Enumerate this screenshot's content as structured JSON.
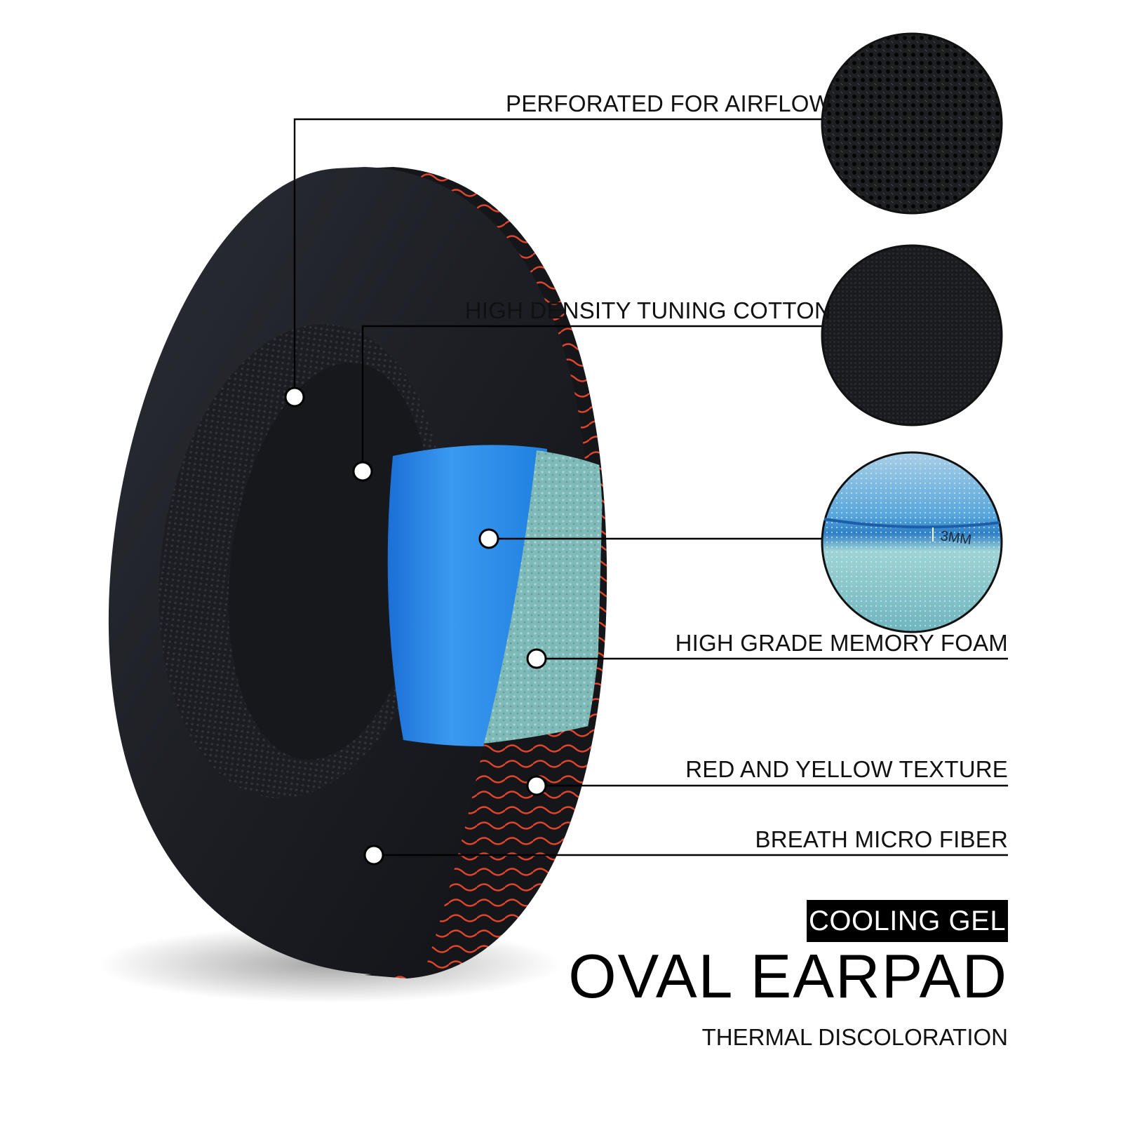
{
  "callouts": {
    "perforated": "PERFORATED FOR AIRFLOW",
    "cotton": "HIGH DENSITY TUNING COTTON",
    "foam": "HIGH GRADE MEMORY FOAM",
    "texture": "RED AND YELLOW TEXTURE",
    "fiber": "BREATH MICRO FIBER"
  },
  "detail": {
    "thickness": "3MM"
  },
  "badge": "COOLING GEL",
  "title": "OVAL EARPAD",
  "subtitle": "THERMAL DISCOLORATION",
  "colors": {
    "pad_black": "#1a1c21",
    "trim_red": "#e2452c",
    "gel_blue": "#2a8fe0",
    "foam_teal": "#7fb9b8"
  }
}
